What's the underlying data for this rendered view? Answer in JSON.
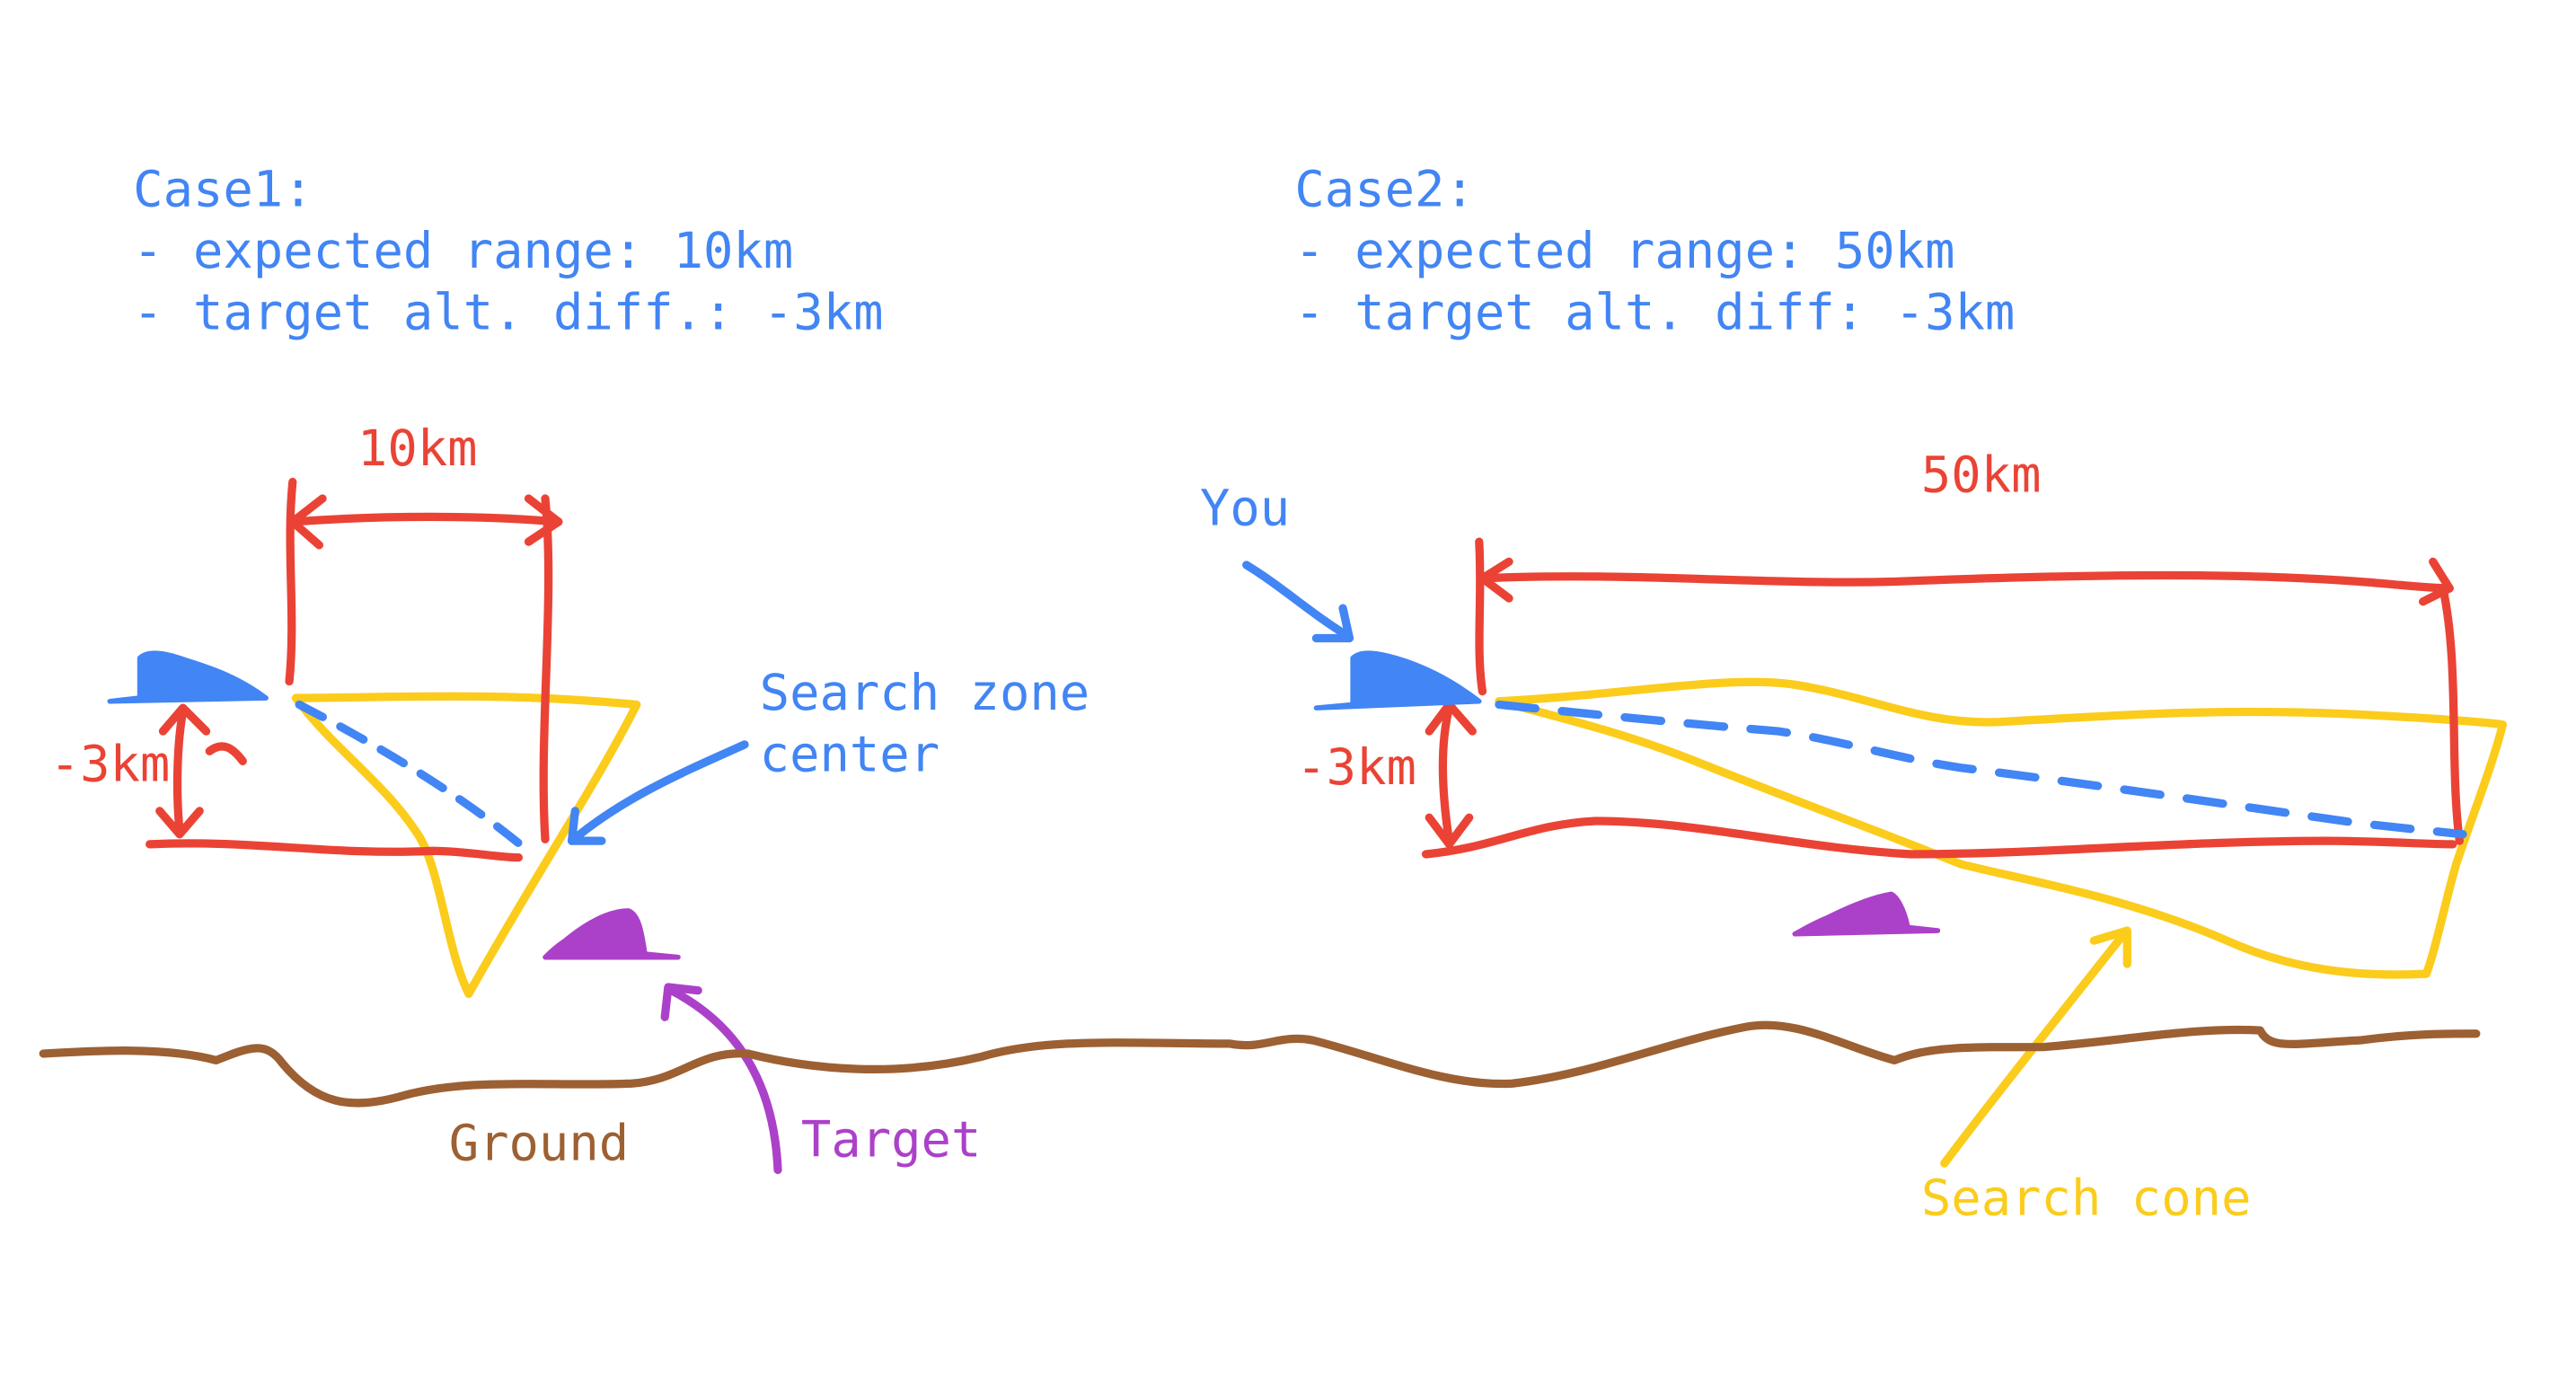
{
  "case1": {
    "title": "Case1:",
    "line1": "- expected range: 10km",
    "line2": "- target alt. diff.: -3km",
    "range_label": "10km",
    "alt_label": "-3km",
    "search_zone_label_line1": "Search zone",
    "search_zone_label_line2": "center"
  },
  "case2": {
    "title": "Case2:",
    "line1": "- expected range: 50km",
    "line2": "- target alt. diff: -3km",
    "range_label": "50km",
    "alt_label": "-3km",
    "you_label": "You",
    "search_cone_label": "Search cone"
  },
  "labels": {
    "ground": "Ground",
    "target": "Target"
  },
  "colors": {
    "blue": "#4285f4",
    "red": "#ea4335",
    "yellow": "#fbcc1c",
    "brown": "#9c6033",
    "purple": "#ac41c9"
  }
}
